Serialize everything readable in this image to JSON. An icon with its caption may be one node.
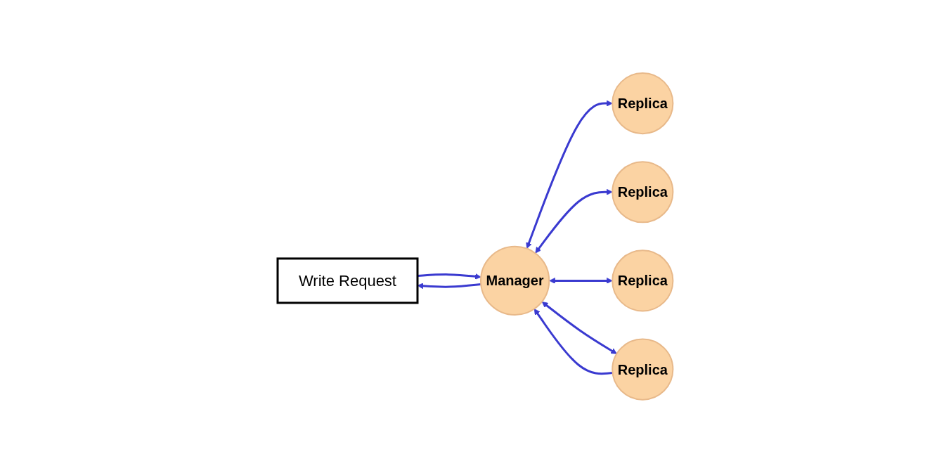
{
  "diagram": {
    "nodes": [
      {
        "text": [
          "Write Request"
        ]
      },
      {
        "text": [
          "Manager"
        ]
      },
      {
        "text": [
          "Replica"
        ]
      },
      {
        "text": [
          "Replica"
        ]
      },
      {
        "text": [
          "Replica"
        ]
      },
      {
        "text": [
          "Replica"
        ]
      }
    ],
    "edges": [
      {
        "from": 0,
        "to": 1,
        "arrow": "to"
      },
      {
        "from": 1,
        "to": 0,
        "arrow": "to"
      },
      {
        "from": 1,
        "to": 2,
        "arrow": "both"
      },
      {
        "from": 1,
        "to": 3,
        "arrow": "both"
      },
      {
        "from": 1,
        "to": 4,
        "arrow": "both"
      },
      {
        "from": 5,
        "to": 1,
        "arrow": "to"
      },
      {
        "from": 1,
        "to": 5,
        "arrow": "both"
      }
    ]
  }
}
